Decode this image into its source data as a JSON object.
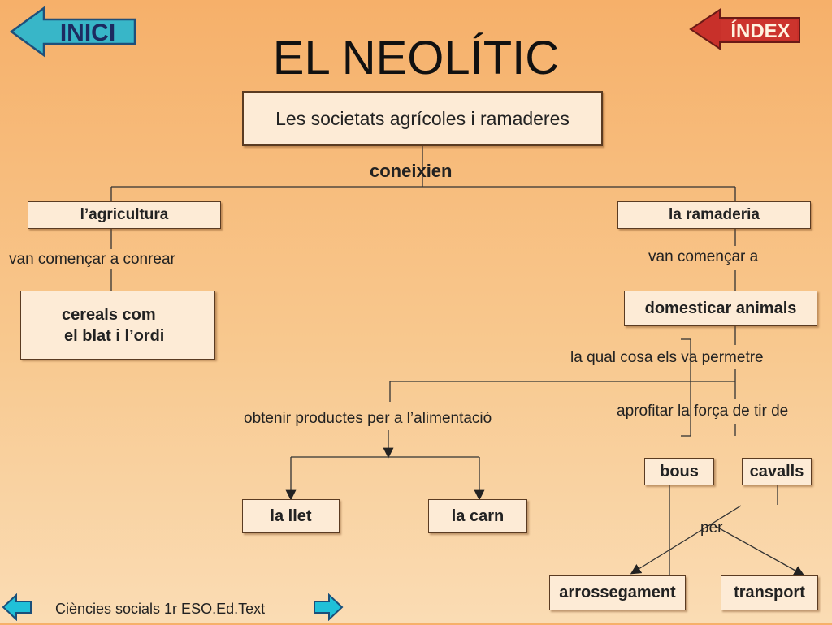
{
  "nav": {
    "inici_label": "INICI",
    "index_label": "ÍNDEX"
  },
  "title": "EL NEOLÍTIC",
  "nodes": {
    "root": "Les societats agrícoles i ramaderes",
    "agricultura": "l’agricultura",
    "ramaderia": "la ramaderia",
    "cereals_line1": "cereals com",
    "cereals_line2": "el blat i l’ordi",
    "domesticar": "domesticar animals",
    "llet": "la llet",
    "carn": "la carn",
    "bous": "bous",
    "cavalls": "cavalls",
    "arrossegament": "arrossegament",
    "transport": "transport"
  },
  "links": {
    "coneixien": "coneixien",
    "conrear": "van començar a conrear",
    "comencar": "van començar a",
    "permetre": "la qual cosa els va permetre",
    "obtenir": "obtenir productes per a l’alimentació",
    "aprofitar": "aprofitar la força de tir de",
    "per": "per"
  },
  "footer": "Ciències socials 1r ESO.Ed.Text",
  "colors": {
    "inici_arrow": "#38b6c8",
    "index_arrow": "#c8302a",
    "nav_arrow": "#20c0d8"
  }
}
